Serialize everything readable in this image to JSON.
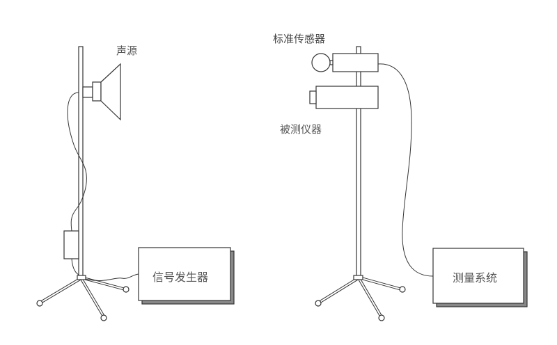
{
  "labels": {
    "sound_source": "声源",
    "signal_generator": "信号发生器",
    "standard_sensor": "标准传感器",
    "device_under_test": "被测仪器",
    "measurement_system": "测量系统"
  }
}
